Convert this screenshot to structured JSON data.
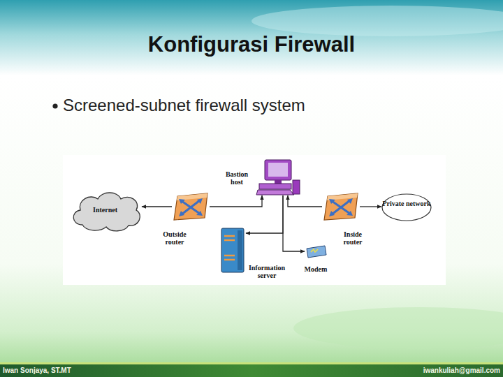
{
  "diagram": {
    "title": "Konfigurasi Firewall",
    "nodes": [
      {
        "text": [
          "Internet"
        ]
      },
      {
        "text": [
          "Bastion host"
        ]
      },
      {
        "text": [
          "Outside router"
        ]
      },
      {
        "text": [
          "Information server"
        ]
      },
      {
        "text": [
          "Modem"
        ]
      },
      {
        "text": [
          "Inside router"
        ]
      },
      {
        "text": [
          "Private network"
        ]
      }
    ],
    "edges": [
      {
        "from": 2,
        "to": 0,
        "arrow": "to"
      },
      {
        "from": 2,
        "to": 1,
        "arrow": "to"
      },
      {
        "from": 5,
        "to": 1,
        "arrow": "to"
      },
      {
        "from": 1,
        "to": 3,
        "arrow": "to"
      },
      {
        "from": 1,
        "to": 4,
        "arrow": "to"
      },
      {
        "from": 5,
        "to": 6,
        "arrow": "to"
      }
    ],
    "labels": [
      "Screened-subnet firewall system",
      "Iwan Sonjaya, ST.MT",
      "iwankuliah@gmail.com"
    ]
  }
}
